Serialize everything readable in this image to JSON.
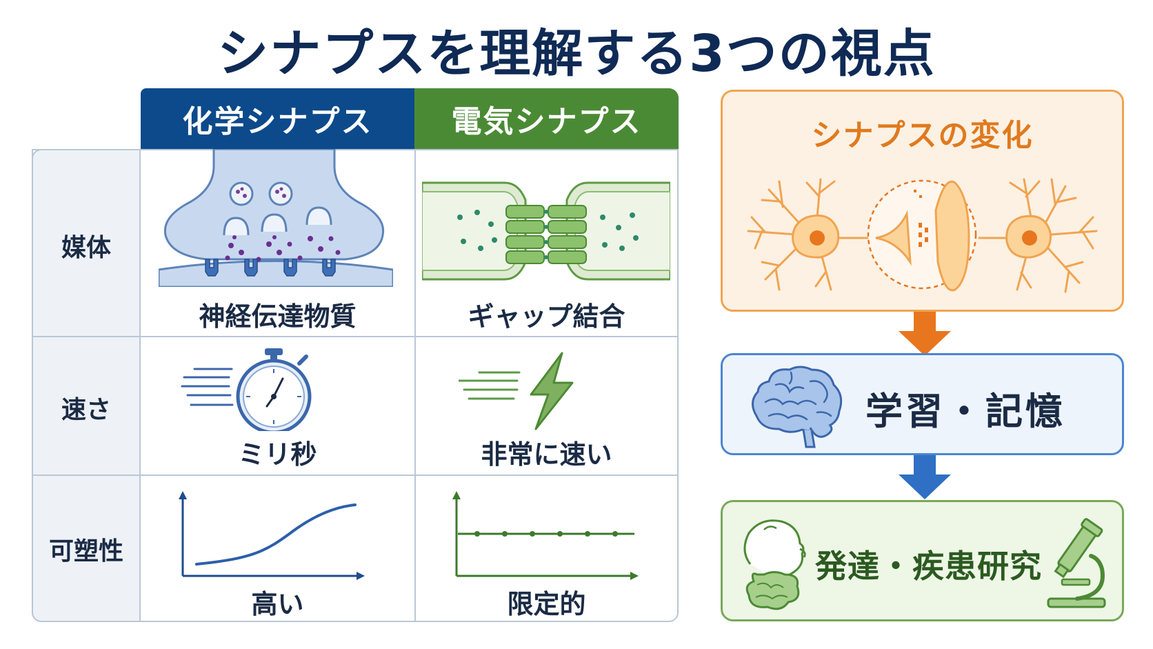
{
  "title": "シナプスを理解する3つの視点",
  "comparison": {
    "headers": {
      "chemical": "化学シナプス",
      "electrical": "電気シナプス"
    },
    "rows": [
      {
        "label": "媒体",
        "chemical": "神経伝達物質",
        "electrical": "ギャップ結合"
      },
      {
        "label": "速さ",
        "chemical": "ミリ秒",
        "electrical": "非常に速い"
      },
      {
        "label": "可塑性",
        "chemical": "高い",
        "electrical": "限定的"
      }
    ]
  },
  "flow": {
    "change": "シナプスの変化",
    "learning": "学習・記憶",
    "development": "発達・疾患研究"
  },
  "colors": {
    "title": "#0f2a55",
    "chemical": "#0d4a8b",
    "electrical": "#4b8a35",
    "change": "#e07a1e",
    "learning": "#4a86cf",
    "development": "#79a85a"
  },
  "icons": [
    "synapse-vesicle-icon",
    "gap-junction-icon",
    "stopwatch-icon",
    "lightning-icon",
    "sigmoid-graph-icon",
    "flat-graph-icon",
    "neuron-pair-icon",
    "brain-icon",
    "baby-head-icon",
    "microscope-icon",
    "arrow-down-icon"
  ]
}
